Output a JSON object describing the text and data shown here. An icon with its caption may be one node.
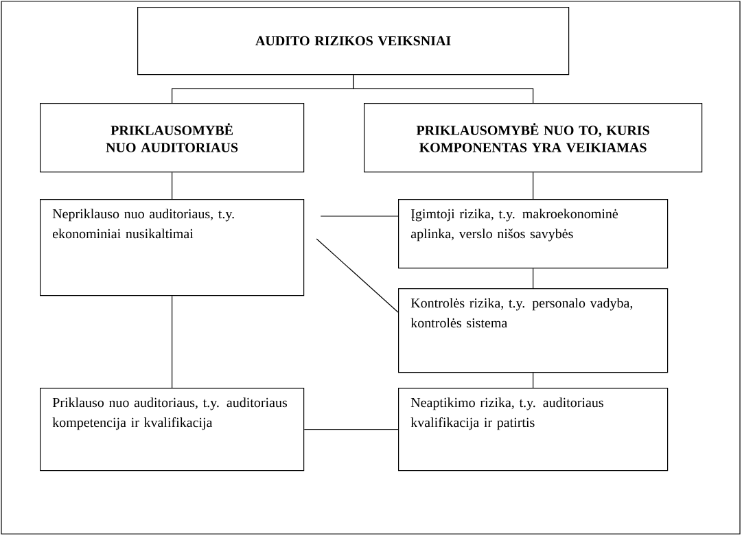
{
  "diagram": {
    "nodes": [
      {
        "text": [
          "AUDITO RIZIKOS VEIKSNIAI"
        ]
      },
      {
        "text": [
          "PRIKLAUSOMYBĖ NUO AUDITORIAUS"
        ]
      },
      {
        "text": [
          "PRIKLAUSOMYBĖ NUO TO, KURIS KOMPONENTAS YRA VEIKIAMAS"
        ]
      },
      {
        "text": [
          "Nepriklauso nuo auditoriaus, t.y. ekonominiai nusikaltimai"
        ]
      },
      {
        "text": [
          "Įgimtoji rizika, t.y. makroekonominė aplinka, verslo nišos savybės"
        ]
      },
      {
        "text": [
          "Kontrolės rizika, t.y. personalo vadyba, kontrolės sistema"
        ]
      },
      {
        "text": [
          "Priklauso nuo auditoriaus, t.y. auditoriaus kompetencija ir kvalifikacija"
        ]
      },
      {
        "text": [
          "Neaptikimo rizika, t.y. auditoriaus kvalifikacija ir patirtis"
        ]
      }
    ],
    "edges": [
      {
        "from": 0,
        "to": 1,
        "arrow": "none"
      },
      {
        "from": 0,
        "to": 2,
        "arrow": "none"
      },
      {
        "from": 1,
        "to": 3,
        "arrow": "none"
      },
      {
        "from": 2,
        "to": 4,
        "arrow": "none"
      },
      {
        "from": 3,
        "to": 4,
        "arrow": "none"
      },
      {
        "from": 3,
        "to": 5,
        "arrow": "none"
      },
      {
        "from": 4,
        "to": 5,
        "arrow": "none"
      },
      {
        "from": 3,
        "to": 6,
        "arrow": "none"
      },
      {
        "from": 5,
        "to": 7,
        "arrow": "none"
      },
      {
        "from": 6,
        "to": 7,
        "arrow": "none"
      }
    ]
  }
}
